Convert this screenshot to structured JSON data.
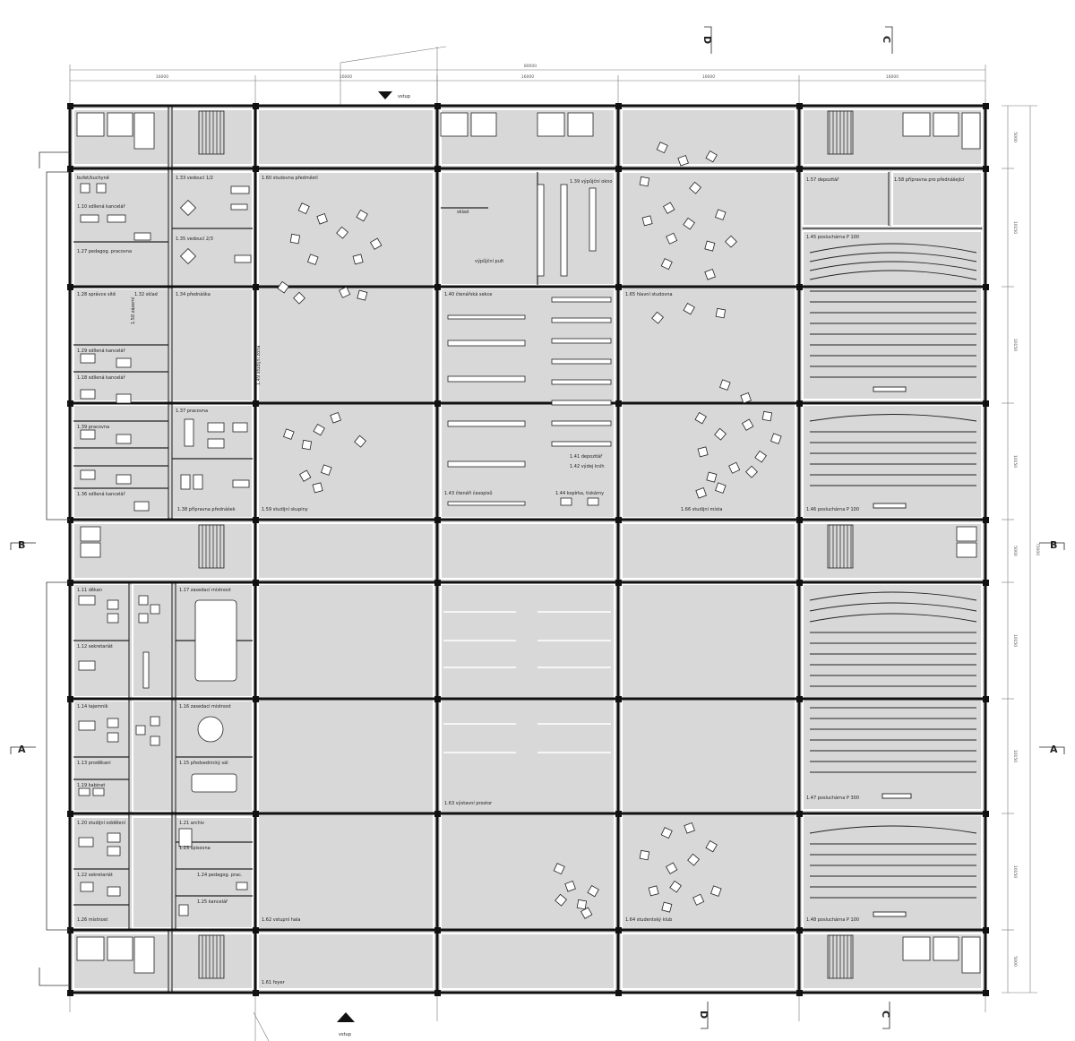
{
  "sections": {
    "A": "A",
    "B": "B",
    "C": "C",
    "D": "D"
  },
  "entrance_label": "vstup",
  "dimensions": {
    "overall": "80000",
    "bays": [
      "16000",
      "16000",
      "16000",
      "16000",
      "16000"
    ],
    "rows": [
      "5000",
      "10150",
      "10150",
      "10150",
      "5000",
      "10150",
      "10150",
      "10150",
      "5000"
    ],
    "overall_height": "75000"
  },
  "rooms": {
    "r_bufet": "bufet/kuchyně",
    "r_110": "1.10 sdílená kancelář",
    "r_127": "1.27 pedagog. pracovna",
    "r_133": "1.33 vedoucí 1/2",
    "r_135": "1.35 vedoucí 2/3",
    "r_128": "1.28 správce sítě",
    "r_sklad": "1.32 sklad",
    "r_134": "1.34 přednáška",
    "r_129": "1.29 sdílená kancelář",
    "r_118": "1.18 sdílená kancelář",
    "r_137": "1.37 pracovna",
    "r_139": "1.39 pracovna",
    "r_138": "1.38 přípravna přednášek",
    "r_136": "1.36 sdílená kancelář",
    "r_160": "1.60 studovna předměstí",
    "r_159": "1.59 studijní skupiny",
    "r_161": "1.61 foyer",
    "r_140": "1.40 čtenářská sekce",
    "r_141": "1.41 depozitář",
    "r_142": "1.42 výdej knih",
    "r_144": "1.44 kopírka, tiskárny",
    "r_143": "1.43 čtenáři časopisů",
    "r_sklad2": "sklad",
    "r_okno": "1.39 výpůjční okno",
    "r_pult": "výpůjční pult",
    "r_165": "1.65 hlavní studovna",
    "r_166": "1.66 studijní místa",
    "r_157": "1.57 depozitář",
    "r_158": "1.58 přípravna pro přednášející",
    "r_145": "1.45 posluchárna P 100",
    "r_146": "1.46 posluchárna P 100",
    "r_147": "1.47 posluchárna P 300",
    "r_148": "1.48 posluchárna P 100",
    "r_149": "1.49 studijní zóna",
    "r_111": "1.11 děkan",
    "r_117": "1.17 zasedací místnost",
    "r_112": "1.12 sekretariát",
    "r_114": "1.14 tajemník",
    "r_116": "1.16 zasedací místnost",
    "r_113": "1.13 proděkani",
    "r_115": "1.15 předsednický sál",
    "r_119": "1.19 kabinet",
    "r_120": "1.20 studijní oddělení",
    "r_121": "1.21 archiv",
    "r_123": "1.23 spisovna",
    "r_122": "1.22 sekretariát",
    "r_124": "1.24 pedagog. prac.",
    "r_125": "1.25 kancelář",
    "r_126": "1.26 místnost",
    "r_162": "1.62 vstupní hala",
    "r_163": "1.63 výstavní prostor",
    "r_164": "1.64 studentský klub",
    "r_150": "1.50 zázemí"
  }
}
